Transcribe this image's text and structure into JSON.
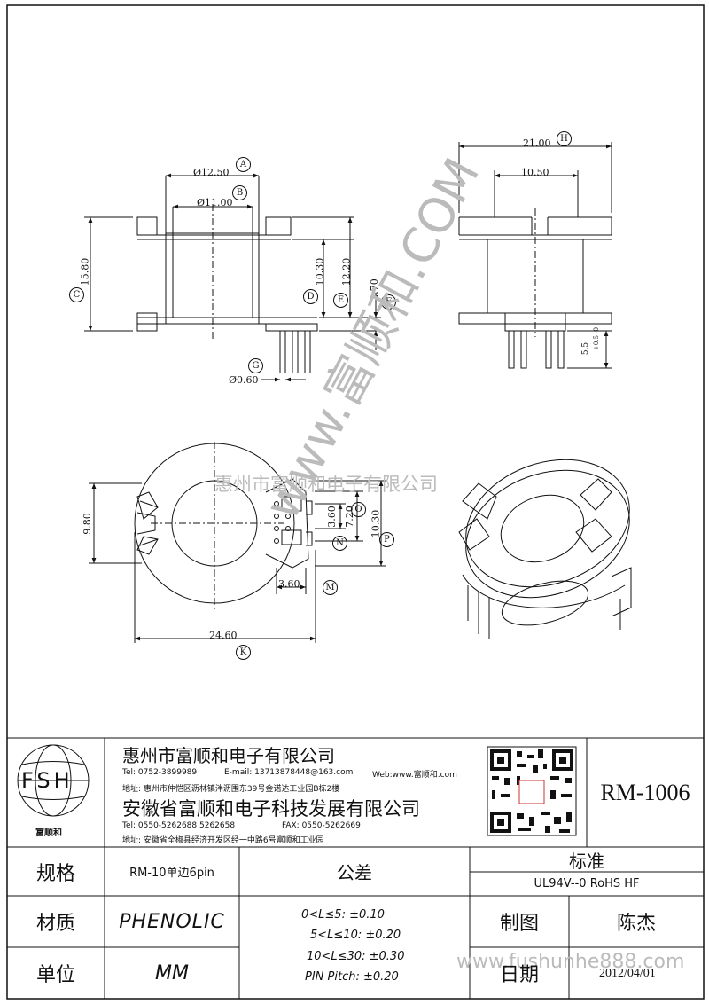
{
  "drawing": {
    "dims": {
      "a": "Ø12.50",
      "b": "Ø11.00",
      "c": "15.80",
      "d": "10.30",
      "e": "12.20",
      "f": "2.70",
      "g": "Ø0.60",
      "h": "21.00",
      "i": "10.50",
      "pin_len": "5.5",
      "pin_tol": "+0.5 -0",
      "side_len": "9.80",
      "o": "3.60",
      "n": "7.20",
      "p": "10.30",
      "m": "3.60",
      "k": "24.60"
    },
    "labels": [
      "A",
      "B",
      "C",
      "D",
      "E",
      "F",
      "G",
      "H",
      "O",
      "N",
      "P",
      "M",
      "K"
    ]
  },
  "watermarks": {
    "diag": "www.富顺和.COM",
    "mid": "惠州市富顺和电子有限公司",
    "bottom": "www.fushunhe888.com"
  },
  "title_block": {
    "logo_text": "FSH",
    "logo_caption": "富顺和",
    "company1": "惠州市富顺和电子有限公司",
    "tel1": "Tel: 0752-3899989",
    "email1": "E-mail: 13713878448@163.com",
    "web1": "Web:www.富顺和.com",
    "addr1": "地址: 惠州市仲恺区沥林镇泮沥围东39号金诺达工业园B栋2楼",
    "company2": "安徽省富顺和电子科技发展有限公司",
    "tel2": "Tel: 0550-5262688 5262658",
    "fax2": "FAX: 0550-5262669",
    "addr2": "地址: 安徽省全椒县经济开发区经一中路6号富顺和工业园",
    "part_no": "RM-1006",
    "spec_label": "规格",
    "spec_value": "RM-10单边6pin",
    "material_label": "材质",
    "material_value": "PHENOLIC",
    "unit_label": "单位",
    "unit_value": "MM",
    "tol_label": "公差",
    "tol1": "0<L≤5: ±0.10",
    "tol2": "5<L≤10: ±0.20",
    "tol3": "10<L≤30: ±0.30",
    "tol4": "PIN Pitch: ±0.20",
    "std_label": "标准",
    "std_value": "UL94V--0 RoHS HF",
    "drawn_label": "制图",
    "drawn_value": "陈杰",
    "date_label": "日期",
    "date_value": "2012/04/01"
  },
  "colors": {
    "line": "#111111",
    "watermark": "#bbbbbb"
  }
}
